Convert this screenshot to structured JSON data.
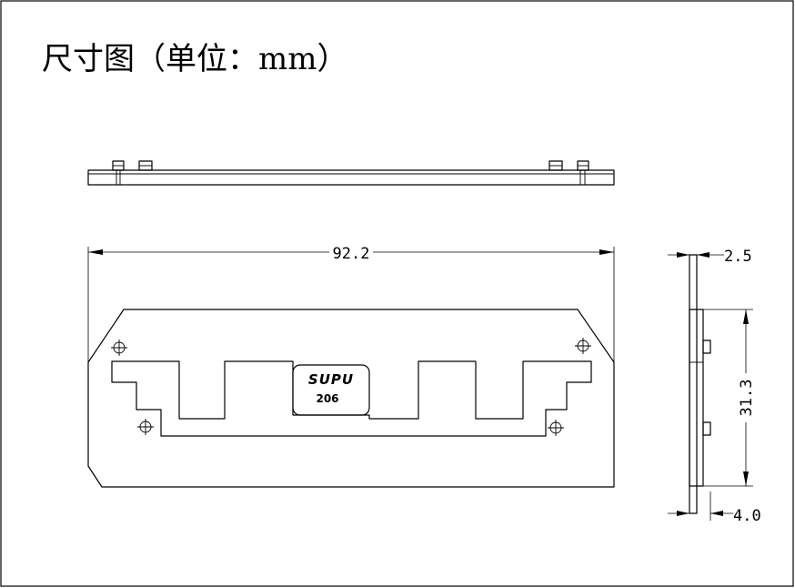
{
  "title": "尺寸图（单位：mm）",
  "dimensions": {
    "overall_length": "92.2",
    "board_thickness": "2.5",
    "height": "31.3",
    "depth": "4.0"
  },
  "logo": {
    "brand": "SUPU",
    "model": "206"
  }
}
